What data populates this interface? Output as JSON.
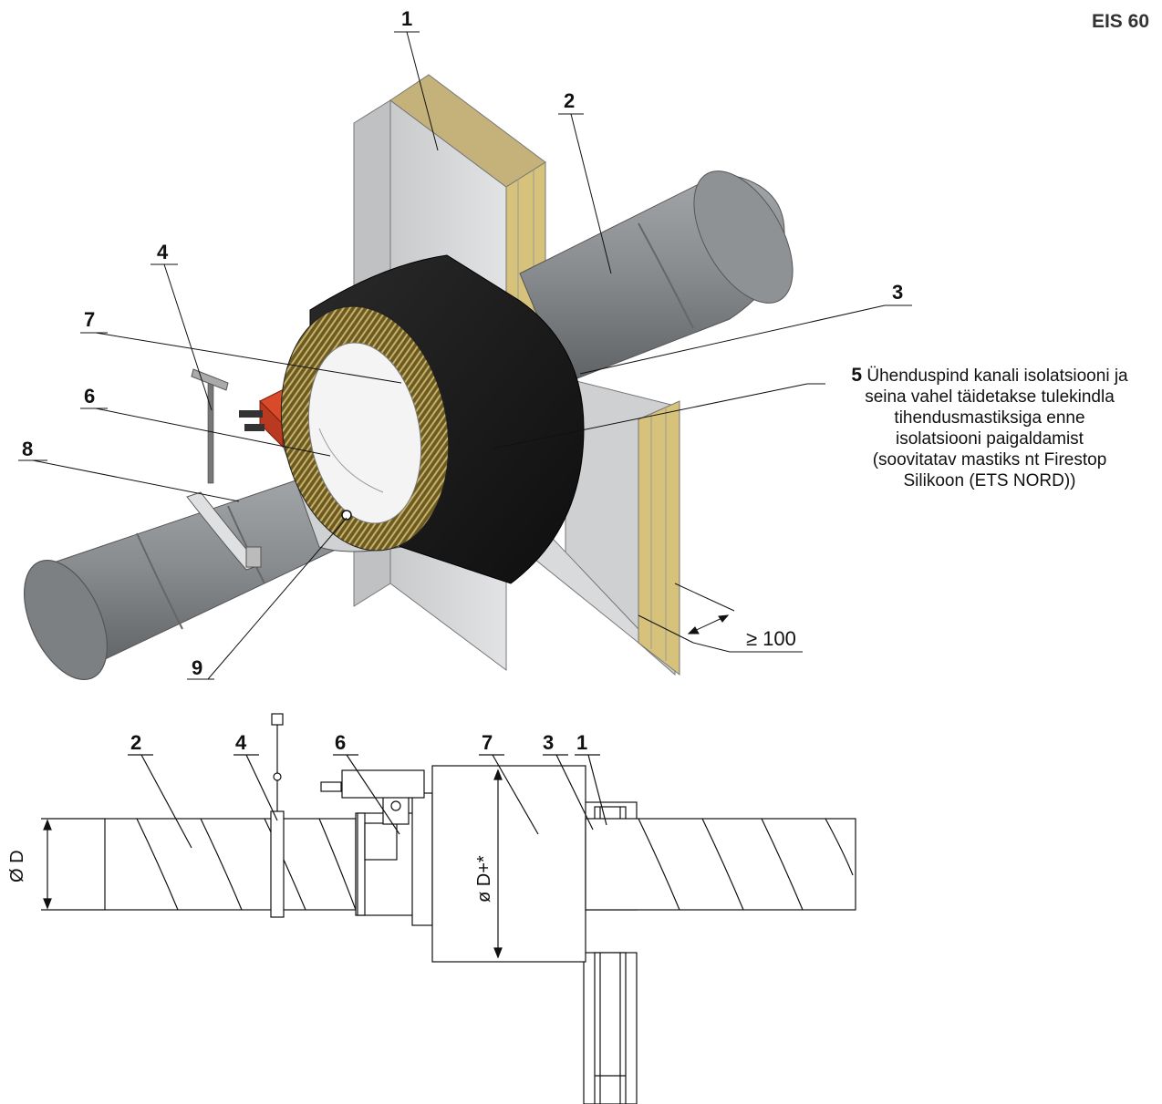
{
  "header": {
    "title": "EIS 60"
  },
  "top_view": {
    "callouts": [
      "1",
      "2",
      "3",
      "4",
      "5",
      "6",
      "7",
      "8",
      "9"
    ],
    "note": {
      "number": "5",
      "lines": [
        "Ühenduspind kanali isolatsiooni ja",
        "seina vahel täidetakse tulekindla",
        "tihendusmastiksiga enne",
        "isolatsiooni paigaldamist",
        "(soovitatav mastiks nt Firestop",
        "Silikoon (ETS NORD))"
      ]
    },
    "dimension": "≥ 100"
  },
  "side_view": {
    "callouts": [
      "2",
      "4",
      "6",
      "7",
      "3",
      "1"
    ],
    "dim_duct": "Ø D",
    "dim_insulation": "ø D+*"
  },
  "colors": {
    "duct": "#8a8d90",
    "insulation": "#1b1b1b",
    "wool": "#c9b36a",
    "actuator": "#d94a2a",
    "wall": "#d9dadc"
  }
}
